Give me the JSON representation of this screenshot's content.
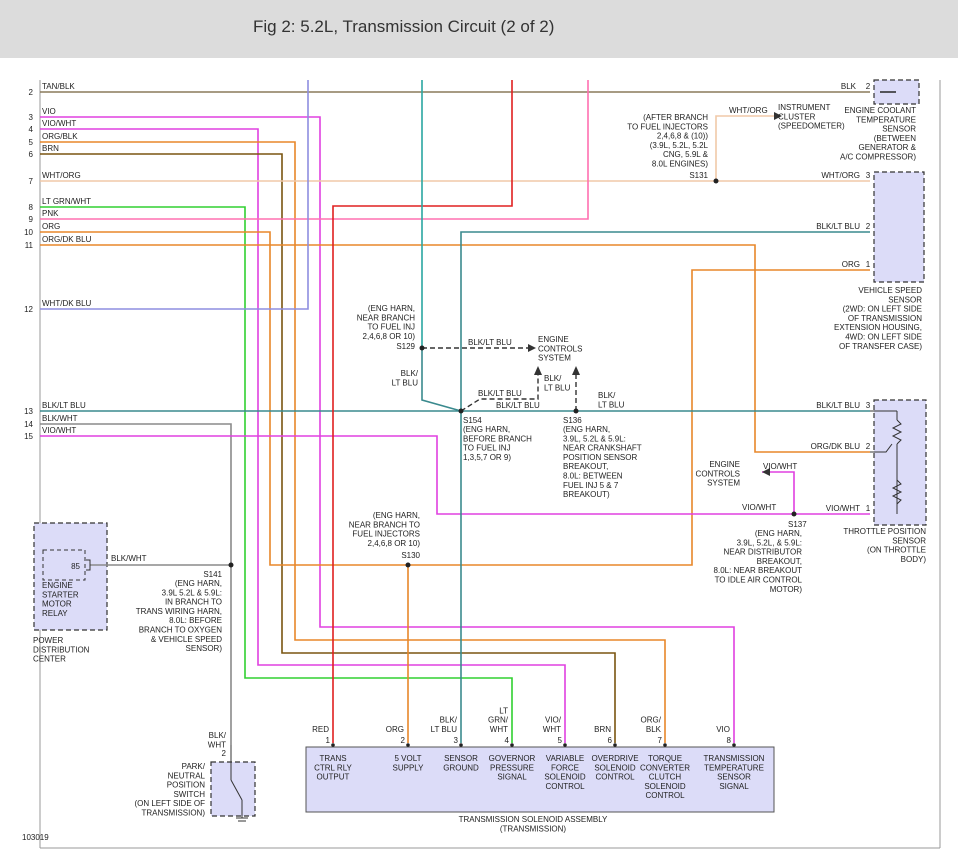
{
  "title": "Fig 2: 5.2L, Transmission Circuit (2 of 2)",
  "figure_code": "103019",
  "colors": {
    "tan": "#8a7a5a",
    "violet": "#e040e0",
    "orange": "#e8872a",
    "brown": "#7a5510",
    "white_orange": "#f0c9a8",
    "green": "#30d030",
    "pink": "#ff70b0",
    "blue_gray": "#3a8a8e",
    "gray": "#9a9a9a",
    "blue_violet": "#8e8ee0",
    "red": "#e02020",
    "teal": "#2aa6a2",
    "component_fill": "#dcdcf8",
    "dash_gray": "#9a9a9a"
  },
  "left_wires": [
    {
      "pin": "2",
      "label": "TAN/BLK"
    },
    {
      "pin": "3",
      "label": "VIO"
    },
    {
      "pin": "4",
      "label": "VIO/WHT"
    },
    {
      "pin": "5",
      "label": "ORG/BLK"
    },
    {
      "pin": "6",
      "label": "BRN"
    },
    {
      "pin": "7",
      "label": "WHT/ORG"
    },
    {
      "pin": "8",
      "label": "LT GRN/WHT"
    },
    {
      "pin": "9",
      "label": "PNK"
    },
    {
      "pin": "10",
      "label": "ORG"
    },
    {
      "pin": "11",
      "label": "ORG/DK BLU"
    },
    {
      "pin": "12",
      "label": "WHT/DK BLU"
    },
    {
      "pin": "13",
      "label": "BLK/LT BLU"
    },
    {
      "pin": "14",
      "label": "BLK/WHT"
    },
    {
      "pin": "15",
      "label": "VIO/WHT"
    }
  ],
  "ect_sensor": {
    "wire": "BLK",
    "pin": "2",
    "lines": [
      "ENGINE COOLANT",
      "TEMPERATURE",
      "SENSOR",
      "(BETWEEN",
      "GENERATOR &",
      "A/C COMPRESSOR)"
    ]
  },
  "instrument_cluster": {
    "wire": "WHT/ORG",
    "lines": [
      "INSTRUMENT",
      "CLUSTER",
      "(SPEEDOMETER)"
    ],
    "note": [
      "(AFTER BRANCH",
      "TO FUEL INJECTORS",
      "2,4,6,8 & (10))",
      "(3.9L, 5.2L, 5.2L",
      "CNG, 5.9L &",
      "8.0L ENGINES)"
    ],
    "splice": "S131"
  },
  "vss": {
    "wires": [
      {
        "pin": "3",
        "label": "WHT/ORG"
      },
      {
        "pin": "2",
        "label": "BLK/LT BLU"
      },
      {
        "pin": "1",
        "label": "ORG"
      }
    ],
    "lines": [
      "VEHICLE SPEED",
      "SENSOR",
      "(2WD: ON LEFT SIDE",
      "OF TRANSMISSION",
      "EXTENSION HOUSING,",
      "4WD: ON LEFT SIDE",
      "OF TRANSFER CASE)"
    ]
  },
  "s129": {
    "note": [
      "(ENG HARN,",
      "NEAR BRANCH",
      "TO FUEL INJ",
      "2,4,6,8 OR 10)"
    ],
    "splice": "S129",
    "wire": "BLK/LT BLU"
  },
  "engine_controls_top": {
    "lines": [
      "ENGINE",
      "CONTROLS",
      "SYSTEM"
    ]
  },
  "blk_lt_blu_labels": {
    "vert_left": [
      "BLK/",
      "LT BLU"
    ],
    "vert_mid": [
      "BLK/",
      "LT BLU"
    ],
    "h_upper": "BLK/LT BLU",
    "h_lower": "BLK/LT BLU",
    "right": [
      "BLK/",
      "LT BLU"
    ]
  },
  "s154": {
    "splice": "S154",
    "note": [
      "(ENG HARN,",
      "BEFORE BRANCH",
      "TO FUEL INJ",
      "1,3,5,7 OR 9)"
    ]
  },
  "s136": {
    "splice": "S136",
    "note": [
      "(ENG HARN,",
      "3.9L, 5.2L & 5.9L:",
      "NEAR CRANKSHAFT",
      "POSITION SENSOR",
      "BREAKOUT,",
      "8.0L: BETWEEN",
      "FUEL INJ 5 & 7",
      "BREAKOUT)"
    ]
  },
  "tps": {
    "wires": [
      {
        "pin": "3",
        "label": "BLK/LT BLU"
      },
      {
        "pin": "2",
        "label": "ORG/DK BLU"
      },
      {
        "pin": "1",
        "label": "VIO/WHT"
      }
    ],
    "lines": [
      "THROTTLE POSITION",
      "SENSOR",
      "(ON THROTTLE",
      "BODY)"
    ]
  },
  "engine_controls_right": {
    "lines": [
      "ENGINE",
      "CONTROLS",
      "SYSTEM"
    ],
    "wire": "VIO/WHT"
  },
  "s137": {
    "splice": "S137",
    "wire": "VIO/WHT",
    "note": [
      "(ENG HARN,",
      "3.9L, 5.2L, & 5.9L:",
      "NEAR DISTRIBUTOR",
      "BREAKOUT,",
      "8.0L: NEAR BREAKOUT",
      "TO IDLE AIR CONTROL",
      "MOTOR)"
    ]
  },
  "s130": {
    "splice": "S130",
    "note": [
      "(ENG HARN,",
      "NEAR BRANCH TO",
      "FUEL INJECTORS",
      "2,4,6,8 OR 10)"
    ]
  },
  "relay": {
    "pin": "85",
    "wire": "BLK/WHT",
    "lines": [
      "ENGINE",
      "STARTER",
      "MOTOR",
      "RELAY"
    ],
    "pdc": [
      "POWER",
      "DISTRIBUTION",
      "CENTER"
    ]
  },
  "s141": {
    "splice": "S141",
    "note": [
      "(ENG HARN,",
      "3.9L 5.2L & 5.9L:",
      "IN BRANCH TO",
      "TRANS WIRING HARN,",
      "8.0L: BEFORE",
      "BRANCH TO OXYGEN",
      "& VEHICLE SPEED",
      "SENSOR)"
    ]
  },
  "pnp_switch": {
    "wire": [
      "BLK/",
      "WHT"
    ],
    "pin": "2",
    "lines": [
      "PARK/",
      "NEUTRAL",
      "POSITION",
      "SWITCH",
      "(ON LEFT SIDE OF",
      "TRANSMISSION)"
    ]
  },
  "solenoid": {
    "title": [
      "TRANSMISSION SOLENOID ASSEMBLY",
      "(TRANSMISSION)"
    ],
    "pins": [
      {
        "pin": "1",
        "wire": [
          "RED"
        ],
        "label": [
          "TRANS",
          "CTRL RLY",
          "OUTPUT"
        ]
      },
      {
        "pin": "2",
        "wire": [
          "ORG"
        ],
        "label": [
          "5 VOLT",
          "SUPPLY"
        ]
      },
      {
        "pin": "3",
        "wire": [
          "BLK/",
          "LT BLU"
        ],
        "label": [
          "SENSOR",
          "GROUND"
        ]
      },
      {
        "pin": "4",
        "wire": [
          "LT",
          "GRN/",
          "WHT"
        ],
        "label": [
          "GOVERNOR",
          "PRESSURE",
          "SIGNAL"
        ]
      },
      {
        "pin": "5",
        "wire": [
          "VIO/",
          "WHT"
        ],
        "label": [
          "VARIABLE",
          "FORCE",
          "SOLENOID",
          "CONTROL"
        ]
      },
      {
        "pin": "6",
        "wire": [
          "BRN"
        ],
        "label": [
          "OVERDRIVE",
          "SOLENOID",
          "CONTROL"
        ]
      },
      {
        "pin": "7",
        "wire": [
          "ORG/",
          "BLK"
        ],
        "label": [
          "TORQUE",
          "CONVERTER",
          "CLUTCH",
          "SOLENOID",
          "CONTROL"
        ]
      },
      {
        "pin": "8",
        "wire": [
          "VIO"
        ],
        "label": [
          "TRANSMISSION",
          "TEMPERATURE",
          "SENSOR",
          "SIGNAL"
        ]
      }
    ]
  }
}
